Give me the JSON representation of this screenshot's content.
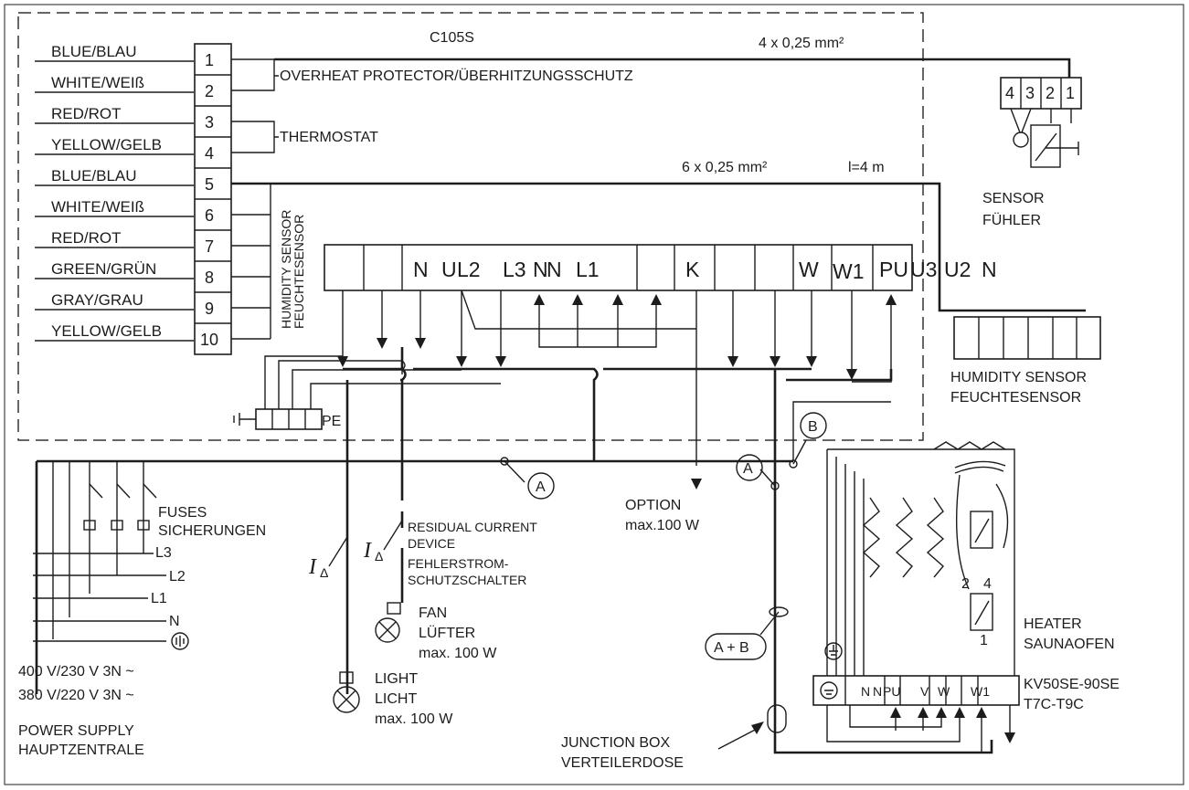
{
  "diagram": {
    "controller_model": "C105S",
    "cable_sensor": "4 x 0,25 mm²",
    "cable_humidity": "6 x 0,25 mm²",
    "cable_length": "l=4 m",
    "overheat_label": "OVERHEAT PROTECTOR/ÜBERHITZUNGSSCHUTZ",
    "thermostat_label": "THERMOSTAT",
    "humidity_vertical_1": "HUMIDITY SENSOR",
    "humidity_vertical_2": "FEUCHTESENSOR",
    "wires": [
      {
        "num": "1",
        "color": "BLUE/BLAU"
      },
      {
        "num": "2",
        "color": "WHITE/WEIß"
      },
      {
        "num": "3",
        "color": "RED/ROT"
      },
      {
        "num": "4",
        "color": "YELLOW/GELB"
      },
      {
        "num": "5",
        "color": "BLUE/BLAU"
      },
      {
        "num": "6",
        "color": "WHITE/WEIß"
      },
      {
        "num": "7",
        "color": "RED/ROT"
      },
      {
        "num": "8",
        "color": "GREEN/GRÜN"
      },
      {
        "num": "9",
        "color": "GRAY/GRAU"
      },
      {
        "num": "10",
        "color": "YELLOW/GELB"
      }
    ],
    "terminals": [
      "",
      "",
      "N",
      "U",
      "L2",
      "L3",
      "N",
      "N",
      "L1",
      "",
      "K",
      "",
      "",
      "W",
      "W1",
      "PU",
      "U3",
      "U2",
      "N"
    ],
    "sensor_terminals": [
      "4",
      "3",
      "2",
      "1"
    ],
    "sensor_label_1": "SENSOR",
    "sensor_label_2": "FÜHLER",
    "humidity_label_1": "HUMIDITY SENSOR",
    "humidity_label_2": "FEUCHTESENSOR",
    "pe_label": "PE",
    "fuses_1": "FUSES",
    "fuses_2": "SICHERUNGEN",
    "phases": [
      "L3",
      "L2",
      "L1",
      "N"
    ],
    "voltage_1": "400 V/230 V 3N ~",
    "voltage_2": "380 V/220 V 3N ~",
    "power_1": "POWER SUPPLY",
    "power_2": "HAUPTZENTRALE",
    "rcd_1": "RESIDUAL CURRENT",
    "rcd_2": "DEVICE",
    "rcd_3": "FEHLERSTROM-",
    "rcd_4": "SCHUTZSCHALTER",
    "rcd_symbol": "I",
    "rcd_sub": "Δ",
    "fan_1": "FAN",
    "fan_2": "LÜFTER",
    "fan_3": "max. 100 W",
    "light_1": "LIGHT",
    "light_2": "LICHT",
    "light_3": "max. 100 W",
    "option_1": "OPTION",
    "option_2": "max.100 W",
    "marker_a": "A",
    "marker_b": "B",
    "marker_ab": "A + B",
    "junction_1": "JUNCTION BOX",
    "junction_2": "VERTEILERDOSE",
    "heater_1": "HEATER",
    "heater_2": "SAUNAOFEN",
    "heater_model_1": "KV50SE-90SE",
    "heater_model_2": "T7C-T9C",
    "heater_terminals": [
      "",
      "N",
      "N",
      "PU",
      "V",
      "W",
      "",
      "W1"
    ],
    "relay_2": "2",
    "relay_4": "4",
    "relay_1": "1"
  }
}
